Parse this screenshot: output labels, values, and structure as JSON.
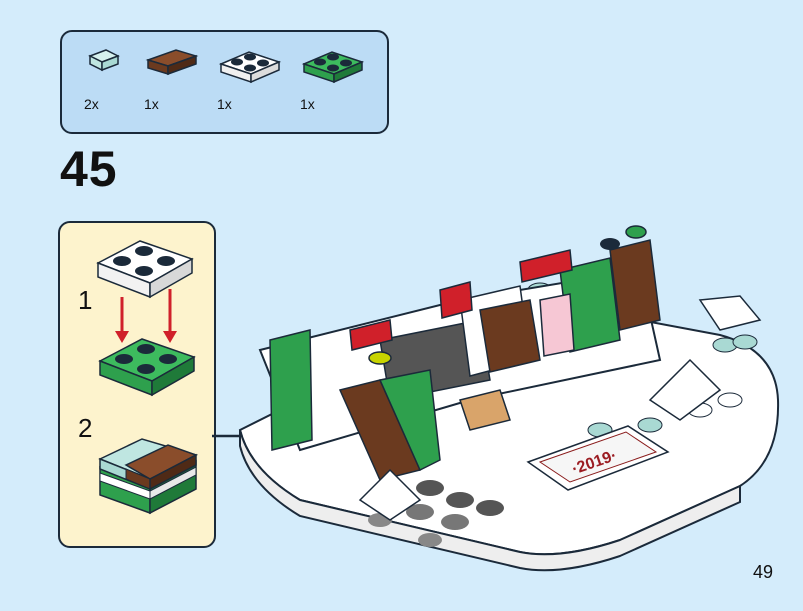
{
  "parts_list": [
    {
      "name": "transparent-tile-1x1",
      "quantity": "2x"
    },
    {
      "name": "brown-tile-1x2",
      "quantity": "1x"
    },
    {
      "name": "white-plate-2x2",
      "quantity": "1x"
    },
    {
      "name": "green-plate-2x2",
      "quantity": "1x"
    }
  ],
  "step_number": "45",
  "substeps": [
    "1",
    "2"
  ],
  "model": {
    "plate_text": "·2019·"
  },
  "page_number": "49",
  "colors": {
    "background": "#d4ecfb",
    "parts_box": "#bcdcf5",
    "substep_box": "#fdf3cd",
    "green": "#2ea04d",
    "brown": "#6b3a1f",
    "red_arrow": "#d0202a"
  }
}
